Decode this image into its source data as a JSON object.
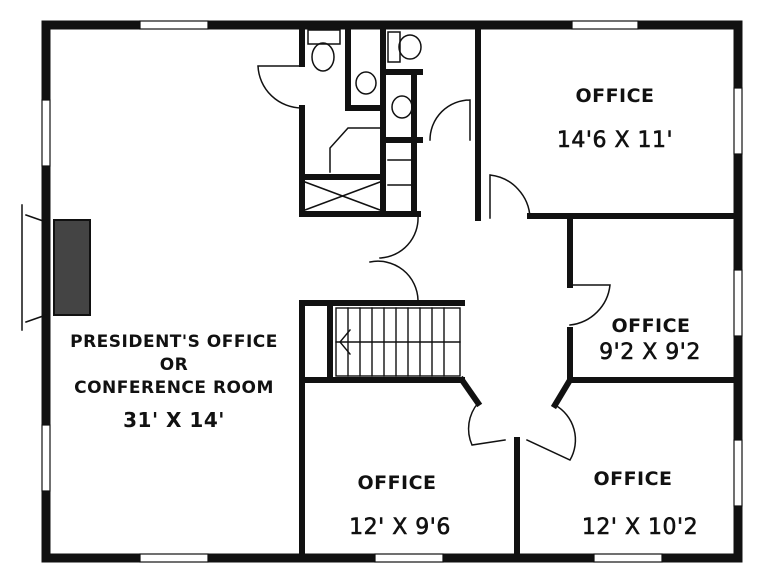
{
  "plan": {
    "colors": {
      "wall": "#111111",
      "background": "#ffffff"
    },
    "rooms": [
      {
        "id": "office-ne",
        "name": "OFFICE",
        "dimensions": "14'6 X 11'"
      },
      {
        "id": "office-e",
        "name": "OFFICE",
        "dimensions": "9'2 X 9'2"
      },
      {
        "id": "office-s",
        "name": "OFFICE",
        "dimensions": "12' X 9'6"
      },
      {
        "id": "office-se",
        "name": "OFFICE",
        "dimensions": "12' X 10'2"
      },
      {
        "id": "presidents-office",
        "name_line1": "PRESIDENT'S OFFICE",
        "name_line2": "OR",
        "name_line3": "CONFERENCE ROOM",
        "dimensions": "31' X 14'"
      }
    ],
    "fixtures": [
      "toilet",
      "toilet",
      "sink",
      "sink",
      "shower",
      "stairs",
      "fireplace",
      "closet"
    ]
  }
}
